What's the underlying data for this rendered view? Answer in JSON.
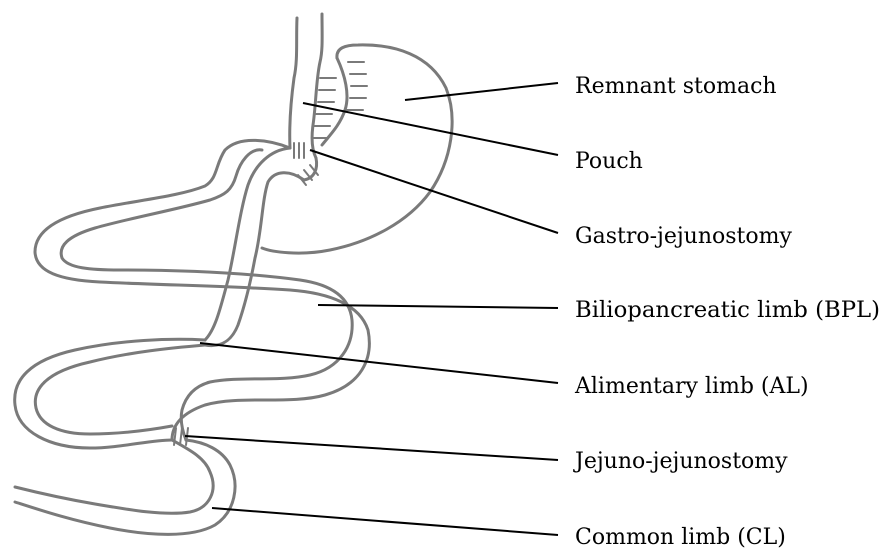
{
  "labels": {
    "remnant_stomach": "Remnant stomach",
    "pouch": "Pouch",
    "gastro_jejunostomy": "Gastro-jejunostomy",
    "biliopancreatic_limb": "Biliopancreatic limb (BPL)",
    "alimentary_limb": "Alimentary limb (AL)",
    "jejuno_jejunostomy": "Jejuno-jejunostomy",
    "common_limb": "Common limb (CL)"
  }
}
